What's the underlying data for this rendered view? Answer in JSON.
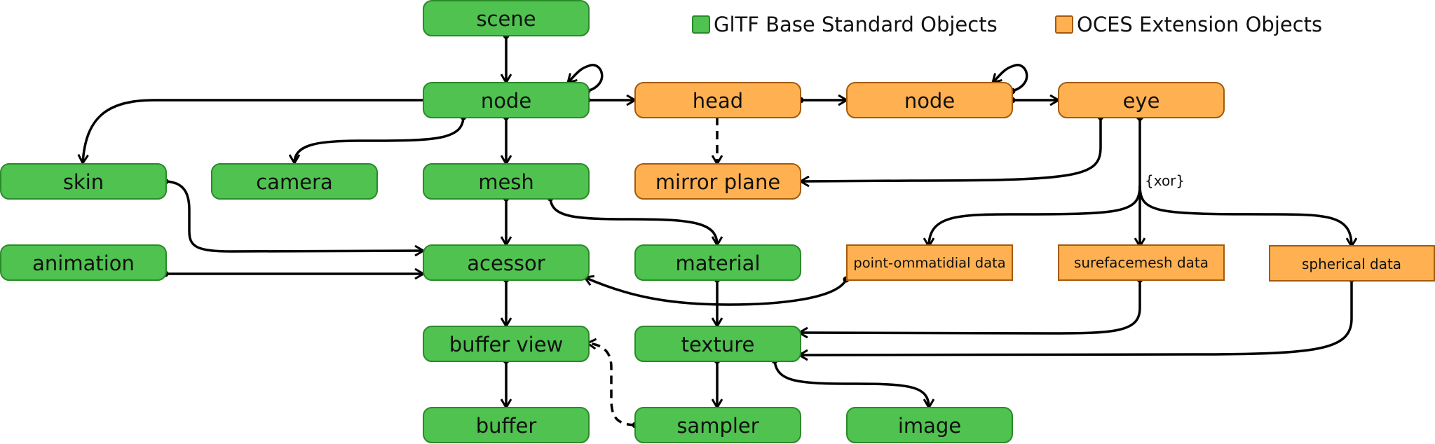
{
  "colors": {
    "base_fill": "#4fc24f",
    "base_stroke": "#2a8a2a",
    "ext_fill": "#ffb152",
    "ext_stroke": "#a35a0c",
    "edge": "#000000"
  },
  "legend": {
    "base_label": "GlTF Base Standard Objects",
    "ext_label": "OCES Extension Objects"
  },
  "annotations": {
    "xor": "{xor}"
  },
  "nodes": {
    "scene": "scene",
    "node": "node",
    "head": "head",
    "node_ext": "node",
    "eye": "eye",
    "skin": "skin",
    "camera": "camera",
    "mesh": "mesh",
    "mirror_plane": "mirror plane",
    "animation": "animation",
    "acessor": "acessor",
    "material": "material",
    "point_data": "point-ommatidial data",
    "surface_data": "surefacemesh data",
    "spherical_data": "spherical data",
    "buffer_view": "buffer view",
    "texture": "texture",
    "buffer": "buffer",
    "sampler": "sampler",
    "image": "image"
  }
}
